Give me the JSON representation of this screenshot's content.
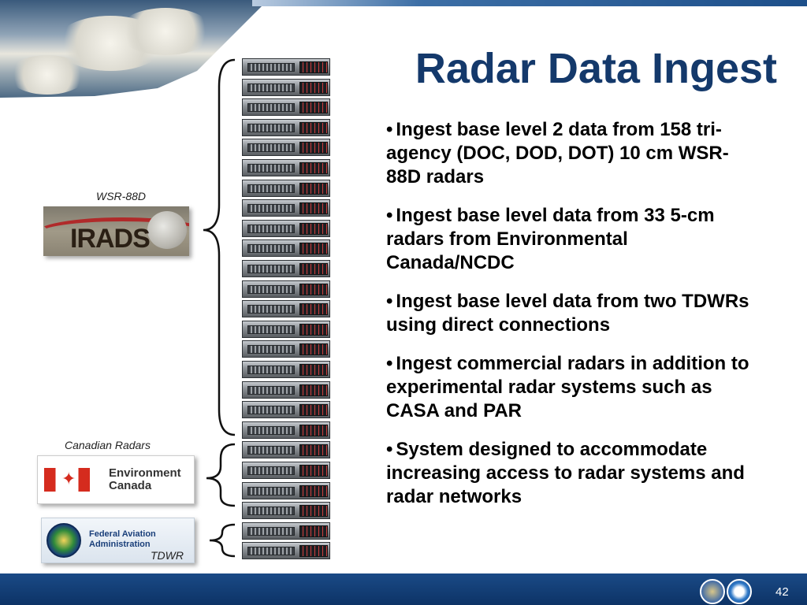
{
  "slide": {
    "title": "Radar Data Ingest",
    "page_number": "42"
  },
  "bullets": [
    "Ingest base level 2 data from 158 tri-agency (DOC, DOD, DOT) 10 cm WSR-88D radars",
    "Ingest base level data from 33 5-cm radars from Environmental Canada/NCDC",
    "Ingest base level data from two TDWRs using direct connections",
    "Ingest commercial radars in addition to experimental radar systems such as CASA and PAR",
    "System designed to accommodate increasing access to radar systems and radar networks"
  ],
  "bullet_char": "•",
  "labels": {
    "wsr": "WSR-88D",
    "canadian": "Canadian Radars",
    "tdwr": "TDWR"
  },
  "logos": {
    "irads": "IRADS",
    "ec_line1": "Environment",
    "ec_line2": "Canada",
    "faa_line1": "Federal Aviation",
    "faa_line2": "Administration"
  },
  "icons": [
    "cloud-banner-image",
    "server-rack-image",
    "canada-flag-icon",
    "faa-seal-icon",
    "doc-seal-icon",
    "noaa-logo-icon"
  ],
  "colors": {
    "title": "#14396b",
    "footer": "#0d3366",
    "accent_red": "#d52b1e"
  }
}
